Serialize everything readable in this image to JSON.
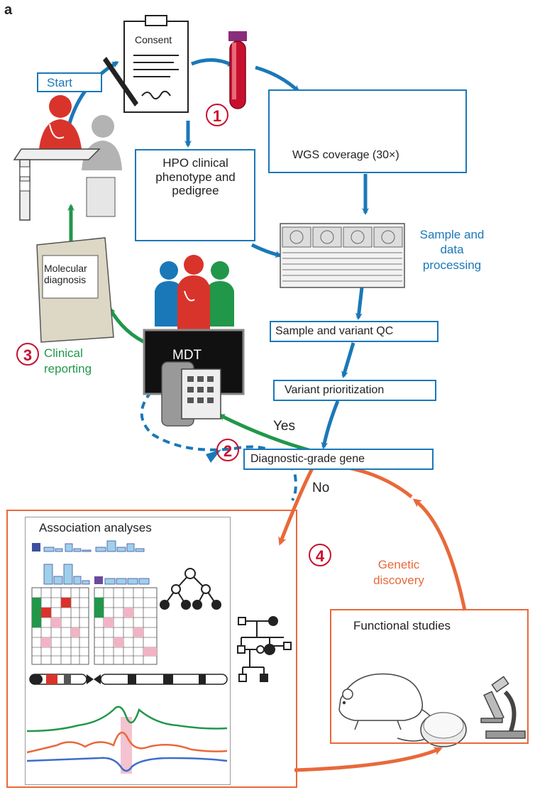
{
  "panel_letter": "a",
  "labels": {
    "start": "Start",
    "consent": "Consent",
    "hpo": "HPO clinical phenotype and pedigree",
    "wgs": "WGS coverage (30×)",
    "sample_processing": "Sample and data processing",
    "molecular_diagnosis": "Molecular diagnosis",
    "mdt": "MDT",
    "clinical_reporting": "Clinical reporting",
    "sample_variant_qc": "Sample and variant QC",
    "variant_prioritization": "Variant prioritization",
    "yes": "Yes",
    "no": "No",
    "diagnostic_gene": "Diagnostic-grade gene",
    "association_analyses": "Association analyses",
    "genetic_discovery": "Genetic discovery",
    "functional_studies": "Functional studies"
  },
  "step_numbers": [
    "1",
    "2",
    "3",
    "4"
  ],
  "colors": {
    "blue": "#1a78b8",
    "green": "#21974a",
    "orange": "#e8693a",
    "red": "#c8102e"
  }
}
